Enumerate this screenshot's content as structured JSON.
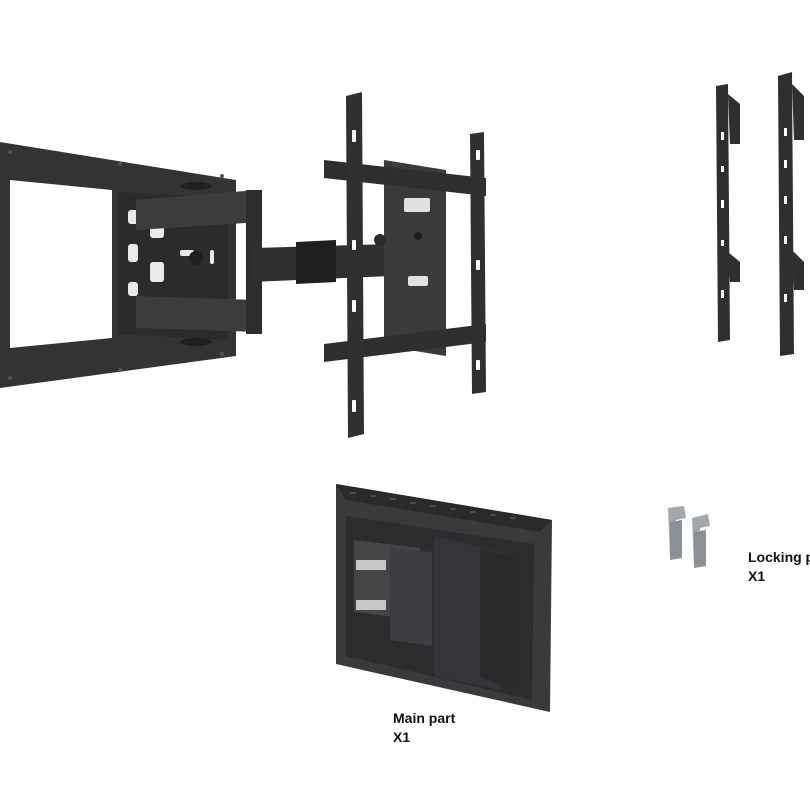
{
  "colors": {
    "metal_dark": "#2f2f31",
    "metal_mid": "#3b3b3e",
    "metal_light": "#4a4a4e",
    "steel": "#9aa0a6",
    "text": "#111111"
  },
  "parts": {
    "main_part": {
      "name": "Main part",
      "qty": "X1"
    },
    "locking_part": {
      "name": "Locking p",
      "qty": "X1"
    }
  },
  "icons": [
    "wall-mount-assembly-icon",
    "vertical-rail-icon",
    "locking-clip-icon",
    "main-part-box-icon"
  ]
}
